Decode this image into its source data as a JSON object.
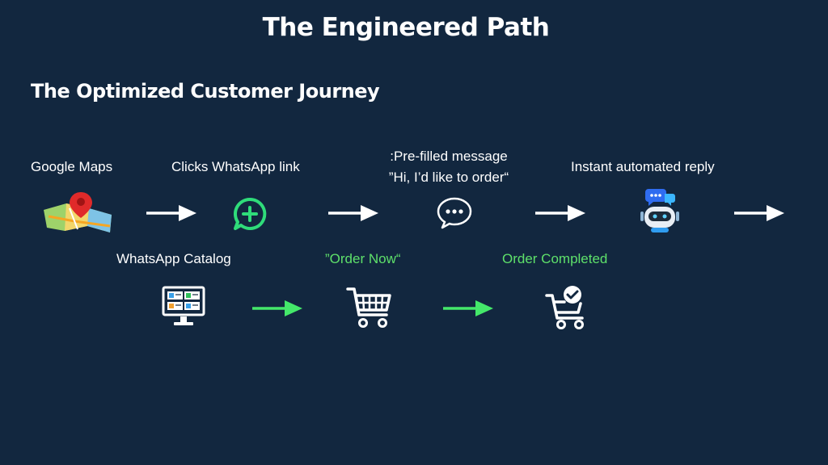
{
  "title": "The Engineered Path",
  "subtitle": "The Optimized Customer Journey",
  "row1": {
    "steps": [
      {
        "label": "Google Maps",
        "icon": "map-pin-icon"
      },
      {
        "label": "Clicks WhatsApp link",
        "icon": "whatsapp-plus-icon"
      },
      {
        "label_line1": ":Pre-filled message",
        "label_line2": "”Hi, I’d like to order“",
        "icon": "chat-bubble-icon"
      },
      {
        "label": "Instant automated reply",
        "icon": "robot-icon"
      }
    ]
  },
  "row2": {
    "steps": [
      {
        "label": "WhatsApp Catalog",
        "icon": "catalog-monitor-icon"
      },
      {
        "label": "”Order Now“",
        "icon": "shopping-cart-icon"
      },
      {
        "label": "Order Completed",
        "icon": "cart-check-icon"
      }
    ]
  },
  "colors": {
    "background": "#12273f",
    "arrow_white": "#ffffff",
    "arrow_green": "#44e86a",
    "label_green": "#5ee06a"
  }
}
